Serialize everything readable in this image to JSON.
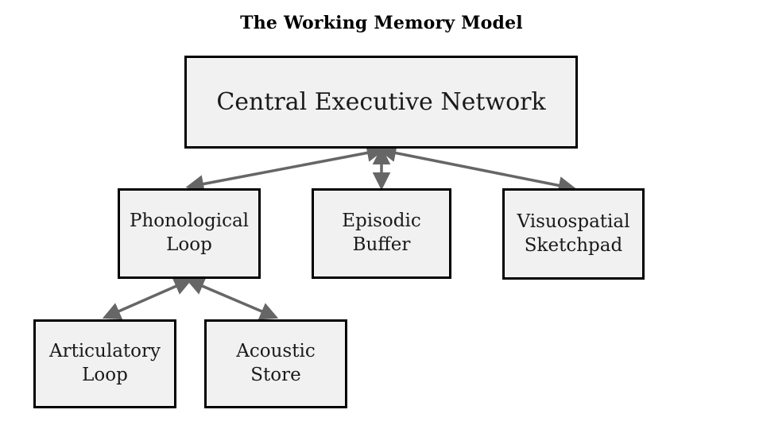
{
  "title": "The Working Memory Model",
  "colors": {
    "box_fill": "#f1f1f1",
    "box_border": "#000000",
    "arrow": "#666666"
  },
  "nodes": {
    "central": {
      "label": "Central Executive Network"
    },
    "phonological": {
      "label": "Phonological\nLoop"
    },
    "episodic": {
      "label": "Episodic\nBuffer"
    },
    "visuospatial": {
      "label": "Visuospatial\nSketchpad"
    },
    "articulatory": {
      "label": "Articulatory\nLoop"
    },
    "acoustic": {
      "label": "Acoustic\nStore"
    }
  },
  "edges": [
    {
      "from": "central",
      "to": "phonological",
      "type": "bidirectional"
    },
    {
      "from": "central",
      "to": "episodic",
      "type": "bidirectional"
    },
    {
      "from": "central",
      "to": "visuospatial",
      "type": "bidirectional"
    },
    {
      "from": "phonological",
      "to": "articulatory",
      "type": "bidirectional"
    },
    {
      "from": "phonological",
      "to": "acoustic",
      "type": "bidirectional"
    }
  ]
}
